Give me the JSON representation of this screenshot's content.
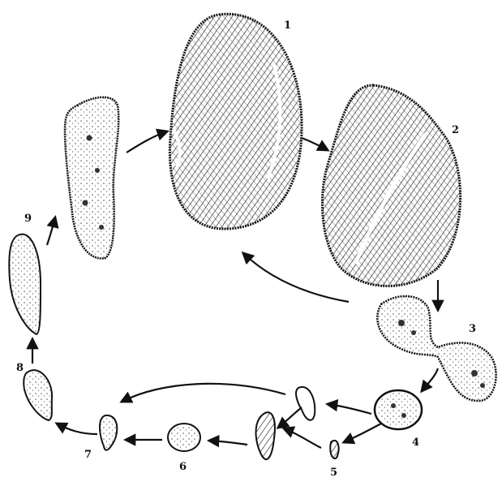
{
  "figure": {
    "stage_labels": [
      "1",
      "2",
      "3",
      "4",
      "5",
      "6",
      "7",
      "8",
      "9"
    ],
    "colors": {
      "ink": "#111111",
      "paper": "#ffffff",
      "speckle": "#555555"
    }
  }
}
